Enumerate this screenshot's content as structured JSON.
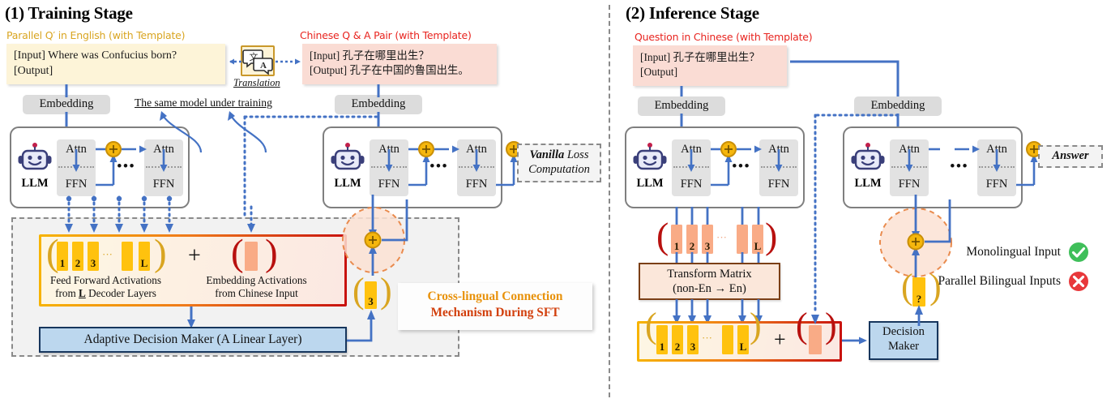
{
  "panels": {
    "training": {
      "title": "(1) Training Stage",
      "english_caption": "Parallel Q′ in English (with Template)",
      "chinese_caption": "Chinese Q & A Pair (with Template)",
      "english_prompt_line1": "[Input] Where was Confucius born?",
      "english_prompt_line2": "[Output]",
      "chinese_prompt_line1": "[Input] 孔子在哪里出生？",
      "chinese_prompt_line2": "[Output] 孔子在中国的鲁国出生。",
      "translation_label": "Translation",
      "translation_icon_glyphs": {
        "left": "文",
        "right": "A"
      },
      "same_model_note": "The same model under training",
      "embedding_left": "Embedding",
      "embedding_right": "Embedding",
      "llm_label": "LLM",
      "attn_label": "Attn",
      "ffn_label": "FFN",
      "ellipsis": "•••",
      "loss_box_line1_bold": "Vanilla",
      "loss_box_line1_rest": " Loss",
      "loss_box_line2": "Computation",
      "ffa_label_line1": "Feed Forward Activations",
      "ffa_label_line2_pre": "from ",
      "ffa_label_line2_u": "L",
      "ffa_label_line2_post": " Decoder Layers",
      "emb_label_line1": "Embedding Activations",
      "emb_label_line2": "from Chinese Input",
      "plus": "+",
      "ff_tokens": [
        "1",
        "2",
        "3",
        "···",
        "",
        "L"
      ],
      "selected_token": "3",
      "adaptive_decision_maker": "Adaptive Decision Maker (A Linear Layer)",
      "cross_lingual_line1": "Cross-lingual Connection",
      "cross_lingual_line2": "Mechanism During SFT"
    },
    "inference": {
      "title": "(2) Inference Stage",
      "question_caption": "Question in Chinese (with Template)",
      "prompt_line1": "[Input] 孔子在哪里出生？",
      "prompt_line2": "[Output]",
      "embedding_left": "Embedding",
      "embedding_right": "Embedding",
      "llm_label": "LLM",
      "attn_label": "Attn",
      "ffn_label": "FFN",
      "ellipsis": "•••",
      "answer_box": "Answer",
      "salmon_tokens": [
        "1",
        "2",
        "3",
        "···",
        "",
        "L"
      ],
      "transform_matrix_line1": "Transform Matrix",
      "transform_matrix_line2": "(non-En → En)",
      "ff_tokens": [
        "1",
        "2",
        "3",
        "···",
        "",
        "L"
      ],
      "plus": "+",
      "unknown_token": "?",
      "decision_maker_line1": "Decision",
      "decision_maker_line2": "Maker",
      "legend": [
        {
          "text": "Monolingual Input",
          "mark": "check",
          "color": "#3fbf5a"
        },
        {
          "text": "Parallel Bilingual Inputs",
          "mark": "cross",
          "color": "#e8383b"
        }
      ]
    }
  },
  "colors": {
    "accent_blue": "#4472c4",
    "token_gold": "#ffc20e",
    "token_salmon": "#f9ab86",
    "red_bracket": "#b8110f",
    "gold_bracket": "#d9a521",
    "gray_border": "#7f7f7f",
    "navy": "#17365d",
    "panel_divider": "#808080"
  }
}
